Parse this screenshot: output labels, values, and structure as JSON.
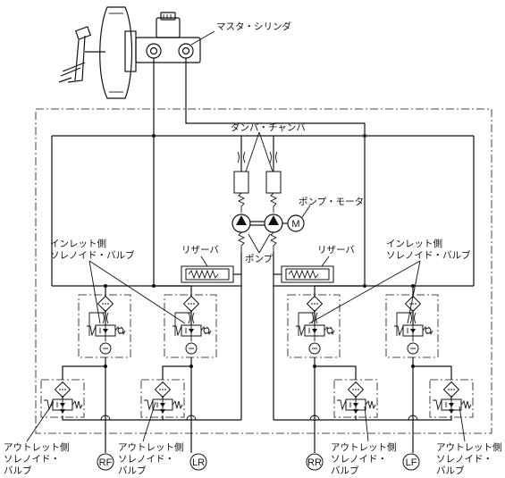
{
  "labels": {
    "master_cylinder": "マスタ・シリンダ",
    "damper_chamber": "ダンパ・チャンバ",
    "pump_motor": "ポンプ・モータ",
    "pump": "ポンプ",
    "reservoir_left": "リザーバ",
    "reservoir_right": "リザーバ",
    "motor_symbol": "M",
    "inlet_left": [
      "インレット側",
      "ソレノイド・バルブ"
    ],
    "inlet_right": [
      "インレット側",
      "ソレノイド・バルブ"
    ],
    "outlet_rf": [
      "アウトレット側",
      "ソレノイド・",
      "バルブ"
    ],
    "outlet_lr": [
      "アウトレット側",
      "ソレノイド・",
      "バルブ"
    ],
    "outlet_rr": [
      "アウトレット側",
      "ソレノイド・",
      "バルブ"
    ],
    "outlet_lf": [
      "アウトレット側",
      "ソレノイド・",
      "バルブ"
    ]
  },
  "wheels": [
    "RF",
    "LR",
    "RR",
    "LF"
  ]
}
